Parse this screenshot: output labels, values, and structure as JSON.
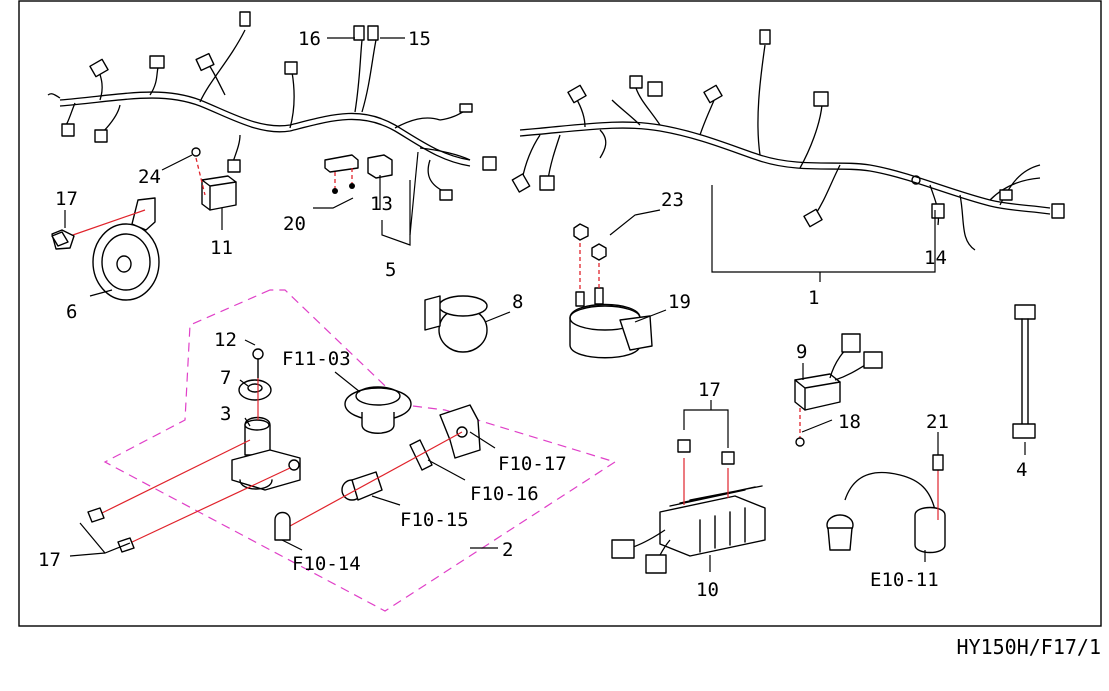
{
  "drawing_code": "HY150H/F17/1",
  "callouts": {
    "c1": "1",
    "c2": "2",
    "c3": "3",
    "c4": "4",
    "c5": "5",
    "c6": "6",
    "c7": "7",
    "c8": "8",
    "c9": "9",
    "c10": "10",
    "c11": "11",
    "c12": "12",
    "c13": "13",
    "c14": "14",
    "c15": "15",
    "c16": "16",
    "c17a": "17",
    "c17b": "17",
    "c17c": "17",
    "c18": "18",
    "c19": "19",
    "c20": "20",
    "c21": "21",
    "c23": "23",
    "c24": "24",
    "f1103": "F11-03",
    "f1017": "F10-17",
    "f1016": "F10-16",
    "f1015": "F10-15",
    "f1014": "F10-14",
    "e1011": "E10-11"
  },
  "colors": {
    "ink": "#000000",
    "frame": "#000000",
    "centerline": "#e0232b",
    "group_outline": "#e040c8"
  }
}
